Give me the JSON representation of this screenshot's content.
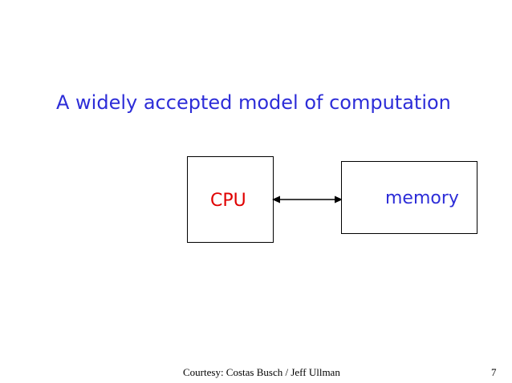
{
  "slide": {
    "title": "A widely accepted model of computation",
    "colors": {
      "title": "#2d2dd8",
      "cpu_label": "#e00000",
      "memory_label": "#2d2dd8",
      "lines": "#000000"
    }
  },
  "diagram": {
    "cpu_label": "CPU",
    "memory_label": "memory",
    "connector": "bidirectional-arrow"
  },
  "footer": {
    "credit": "Courtesy: Costas Busch / Jeff Ullman",
    "page_number": "7"
  }
}
